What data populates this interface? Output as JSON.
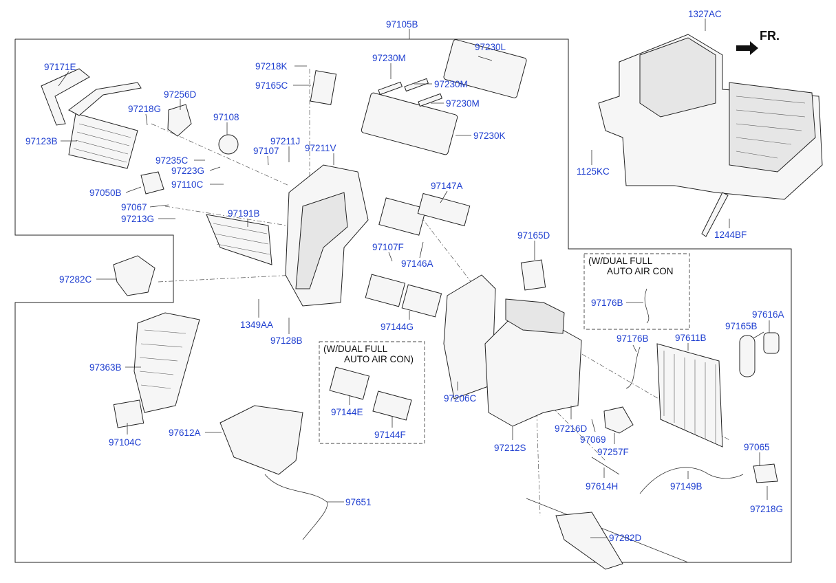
{
  "diagram": {
    "direction_label": "FR.",
    "option_boxes": [
      {
        "line1": "(W/DUAL FULL",
        "line2": "AUTO AIR CON)"
      },
      {
        "line1": "(W/DUAL FULL",
        "line2": "AUTO AIR CON"
      }
    ],
    "part_labels": [
      "97105B",
      "1327AC",
      "97171E",
      "97256D",
      "97218G",
      "97108",
      "97123B",
      "97235C",
      "97223G",
      "97110C",
      "97050B",
      "97067",
      "97213G",
      "97218K",
      "97165C",
      "97230M",
      "97230L",
      "97230M",
      "97230M",
      "97230K",
      "97211J",
      "97107",
      "97211V",
      "97191B",
      "97282C",
      "1349AA",
      "97128B",
      "97147A",
      "97107F",
      "97146A",
      "97144G",
      "97165D",
      "97176B",
      "97176B",
      "97165B",
      "97616A",
      "97611B",
      "97363B",
      "97104C",
      "97612A",
      "97651",
      "97144E",
      "97144F",
      "97206C",
      "97212S",
      "97216D",
      "97069",
      "97257F",
      "97614H",
      "97149B",
      "97065",
      "97218G",
      "97282D",
      "1125KC",
      "1244BF"
    ]
  },
  "colors": {
    "label": "#1f3fd0",
    "line": "#222222",
    "background": "#ffffff"
  }
}
